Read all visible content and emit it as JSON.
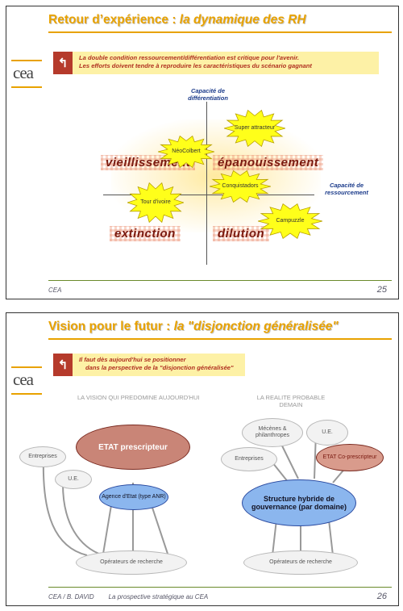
{
  "logo": "cea",
  "slide1": {
    "title_plain": "Retour d’expérience : ",
    "title_italic": "la dynamique des RH",
    "box_lines": [
      "La double condition ressourcement/différentiation est critique pour l'avenir.",
      "Les efforts doivent tendre à reproduire les caractéristiques du scénario gagnant"
    ],
    "y_axis_label": "Capacité de différentiation",
    "x_axis_label": "Capacité de ressourcement",
    "quadrants": [
      "vieillissement",
      "épanouissement",
      "extinction",
      "dilution"
    ],
    "stars": [
      "Super attracteur",
      "NéoColbert",
      "Conquistadors",
      "Tour d'ivoire",
      "Campuzzle"
    ],
    "footer_left": "CEA",
    "page_number": "25"
  },
  "slide2": {
    "title_plain": "Vision pour le futur : ",
    "title_italic": "la \"disjonction généralisée\"",
    "box_lines": [
      "Il faut dès aujourd'hui se positionner",
      "dans la perspective de la \"disjonction généralisée\""
    ],
    "left_header": "LA VISION QUI PREDOMINE AUJOURD'HUI",
    "right_header": "LA REALITE PROBABLE DEMAIN",
    "left": {
      "etat": "ETAT prescripteur",
      "entreprises": "Entreprises",
      "ue": "U.E.",
      "agence": "Agence d'Etat (type ANR)",
      "operateurs": "Opérateurs de recherche"
    },
    "right": {
      "mecenes": "Mécènes & philanthropes",
      "ue": "U.E.",
      "entreprises": "Entreprises",
      "etat": "ETAT Co-prescripteur",
      "structure": "Structure hybride de gouvernance (par domaine)",
      "operateurs": "Opérateurs de recherche"
    },
    "footer_left": "CEA / B. DAVID",
    "footer_mid": "La prospective stratégique au CEA",
    "page_number": "26"
  },
  "colors": {
    "title": "#e8a200",
    "box": "#fdf1a6",
    "arrow": "#b53a2b",
    "quadrant_text": "#7a1a10",
    "axis_text": "#1a3a8a"
  }
}
